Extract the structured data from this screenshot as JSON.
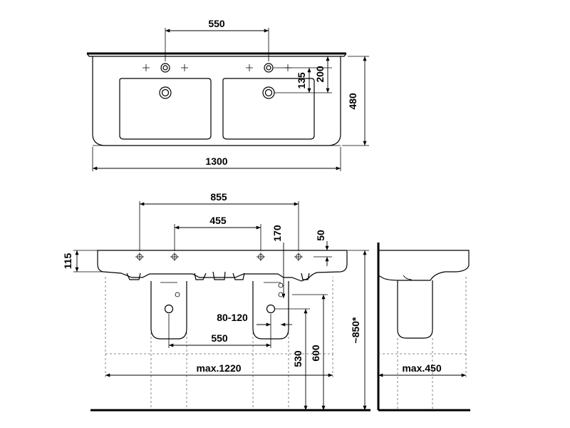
{
  "colors": {
    "line": "#000000",
    "hidden_line": "#666666",
    "background": "#ffffff"
  },
  "top_view": {
    "tap_spacing": "550",
    "basin_depth": "480",
    "overall_width": "1300",
    "tap_offset": "200",
    "waste_offset": "135"
  },
  "front_view": {
    "outer_holes": "855",
    "inner_holes": "455",
    "hole_height": "170",
    "edge_offset": "50",
    "rim_thickness": "115",
    "trap_range": "80-120",
    "pedestal_spacing": "550",
    "waste_height": "530",
    "outlet_height": "600",
    "mount_height": "~850*",
    "cabinet_width": "max.1220"
  },
  "side_view": {
    "cabinet_depth": "max.450"
  }
}
